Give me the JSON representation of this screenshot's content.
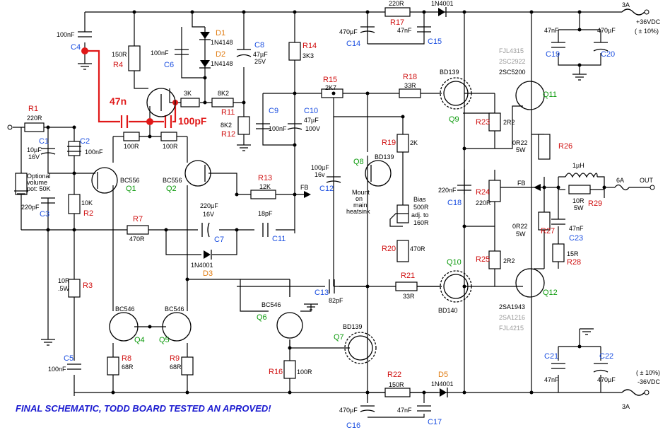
{
  "title": "FINAL SCHEMATIC, TODD BOARD TESTED AN APROVED!",
  "power": {
    "pos_supply": "+36VDC",
    "neg_supply": "-36VDC",
    "tolerance": "( ± 10%)",
    "fuse_pos": "3A",
    "fuse_neg": "3A",
    "fuse_out": "6A",
    "out_label": "OUT",
    "fb_label": "FB"
  },
  "labels": {
    "c4_val": "100nF",
    "c4": "C4",
    "r4_val": "150R",
    "r4": "R4",
    "c6_val": "100nF",
    "c6": "C6",
    "d1": "D1",
    "d1_val": "1N4148",
    "d2": "D2",
    "d2_val": "1N4148",
    "c8": "C8",
    "c8_val": "47µF",
    "c8_v": "25V",
    "r14": "R14",
    "r14_val": "3K3",
    "r17_val": "220R",
    "r17": "R17",
    "c15_val": "47nF",
    "c15": "C15",
    "c14_val": "470µF",
    "c14": "C14",
    "d4_val": "1N4001",
    "red_47n": "47n",
    "red_100pf": "100pF",
    "r3k": "3K",
    "r11_val": "8K2",
    "r11": "R11",
    "r12_val": "8K2",
    "r12": "R12",
    "r15": "R15",
    "r15_val": "2K7",
    "r18": "R18",
    "r18_val": "33R",
    "q9_type": "BD139",
    "q9": "Q9",
    "q11_alt1": "FJL4315",
    "q11_alt2": "2SC2922",
    "q11_type": "2SC5200",
    "q11": "Q11",
    "c19_val": "47nF",
    "c19": "C19",
    "c20_val": "470µF",
    "c20": "C20",
    "r1": "R1",
    "r1_val": "220R",
    "c1": "C1",
    "c1_val": "10µF",
    "c1_v": "16V",
    "c2": "C2",
    "c2_val": "100nF",
    "pot1": "Optional",
    "pot2": "volume",
    "pot3": "pot: 50K",
    "r2_val": "10K",
    "r2": "R2",
    "c3_val": "220pF",
    "c3": "C3",
    "r_q1a": "100R",
    "r_q1b": "100R",
    "q1_type": "BC556",
    "q1": "Q1",
    "q2_type": "BC556",
    "q2": "Q2",
    "c9": "C9",
    "c9_val": "100nF",
    "c10": "C10",
    "c10_val": "47µF",
    "c10_v": "100V",
    "r19": "R19",
    "r19_val": "2K",
    "q8_type": "BD139",
    "q8": "Q8",
    "c12_val": "100µF",
    "c12_v": "16v",
    "c12": "C12",
    "mount1": "Mount",
    "mount2": "on",
    "mount3": "main",
    "mount4": "heatsink",
    "bias1": "Bias",
    "bias2": "500R",
    "bias3": "adj. to",
    "bias4": "160R",
    "r13": "R13",
    "r13_val": "12K",
    "r7": "R7",
    "r7_val": "470R",
    "c7_val": "220µF",
    "c7_v": "16V",
    "c7": "C7",
    "c11_val": "18pF",
    "c11": "C11",
    "d3_val": "1N4001",
    "d3": "D3",
    "r20": "R20",
    "r20_val": "470R",
    "r23": "R23",
    "r23_val": "2R2",
    "r26_val": "0R22",
    "r26_v": "5W",
    "r26": "R26",
    "c18_val": "220nF",
    "c18": "C18",
    "r24": "R24",
    "r24_val": "220R",
    "l1_val": "1µH",
    "r29_val": "10R",
    "r29_v": "5W",
    "r29": "R29",
    "c23_val": "47nF",
    "c23": "C23",
    "r27_val": "0R22",
    "r27_v": "5W",
    "r27": "R27",
    "r28_val": "15R",
    "r28": "R28",
    "r25": "R25",
    "r25_val": "2R2",
    "q10": "Q10",
    "q10_type": "BD140",
    "r21": "R21",
    "r21_val": "33R",
    "c13": "C13",
    "c13_val": "82pF",
    "q12": "Q12",
    "q12_type": "2SA1943",
    "q12_alt1": "2SA1216",
    "q12_alt2": "FJL4215",
    "r3_val": "10R",
    "r3_v": ".5W",
    "r3": "R3",
    "q4_type": "BC546",
    "q4": "Q4",
    "q5_type": "BC546",
    "q5": "Q5",
    "q6_type": "BC546",
    "q6": "Q6",
    "q7_type": "BD139",
    "q7": "Q7",
    "r8": "R8",
    "r8_val": "68R",
    "r9": "R9",
    "r9_val": "68R",
    "r16": "R16",
    "r16_val": "100R",
    "c5": "C5",
    "c5_val": "100nF",
    "r22": "R22",
    "r22_val": "150R",
    "d5": "D5",
    "d5_val": "1N4001",
    "c16_val": "470µF",
    "c16": "C16",
    "c17_val": "47nF",
    "c17": "C17",
    "c21": "C21",
    "c21_val": "47nF",
    "c22": "C22",
    "c22_val": "470µF"
  },
  "colors": {
    "ref_red": "#d01010",
    "ref_blue": "#1a4ee0",
    "ref_green": "#0b9a0b",
    "ref_orange": "#e07b10",
    "mod_red": "#e01818",
    "title_blue": "#1a1ad0"
  }
}
